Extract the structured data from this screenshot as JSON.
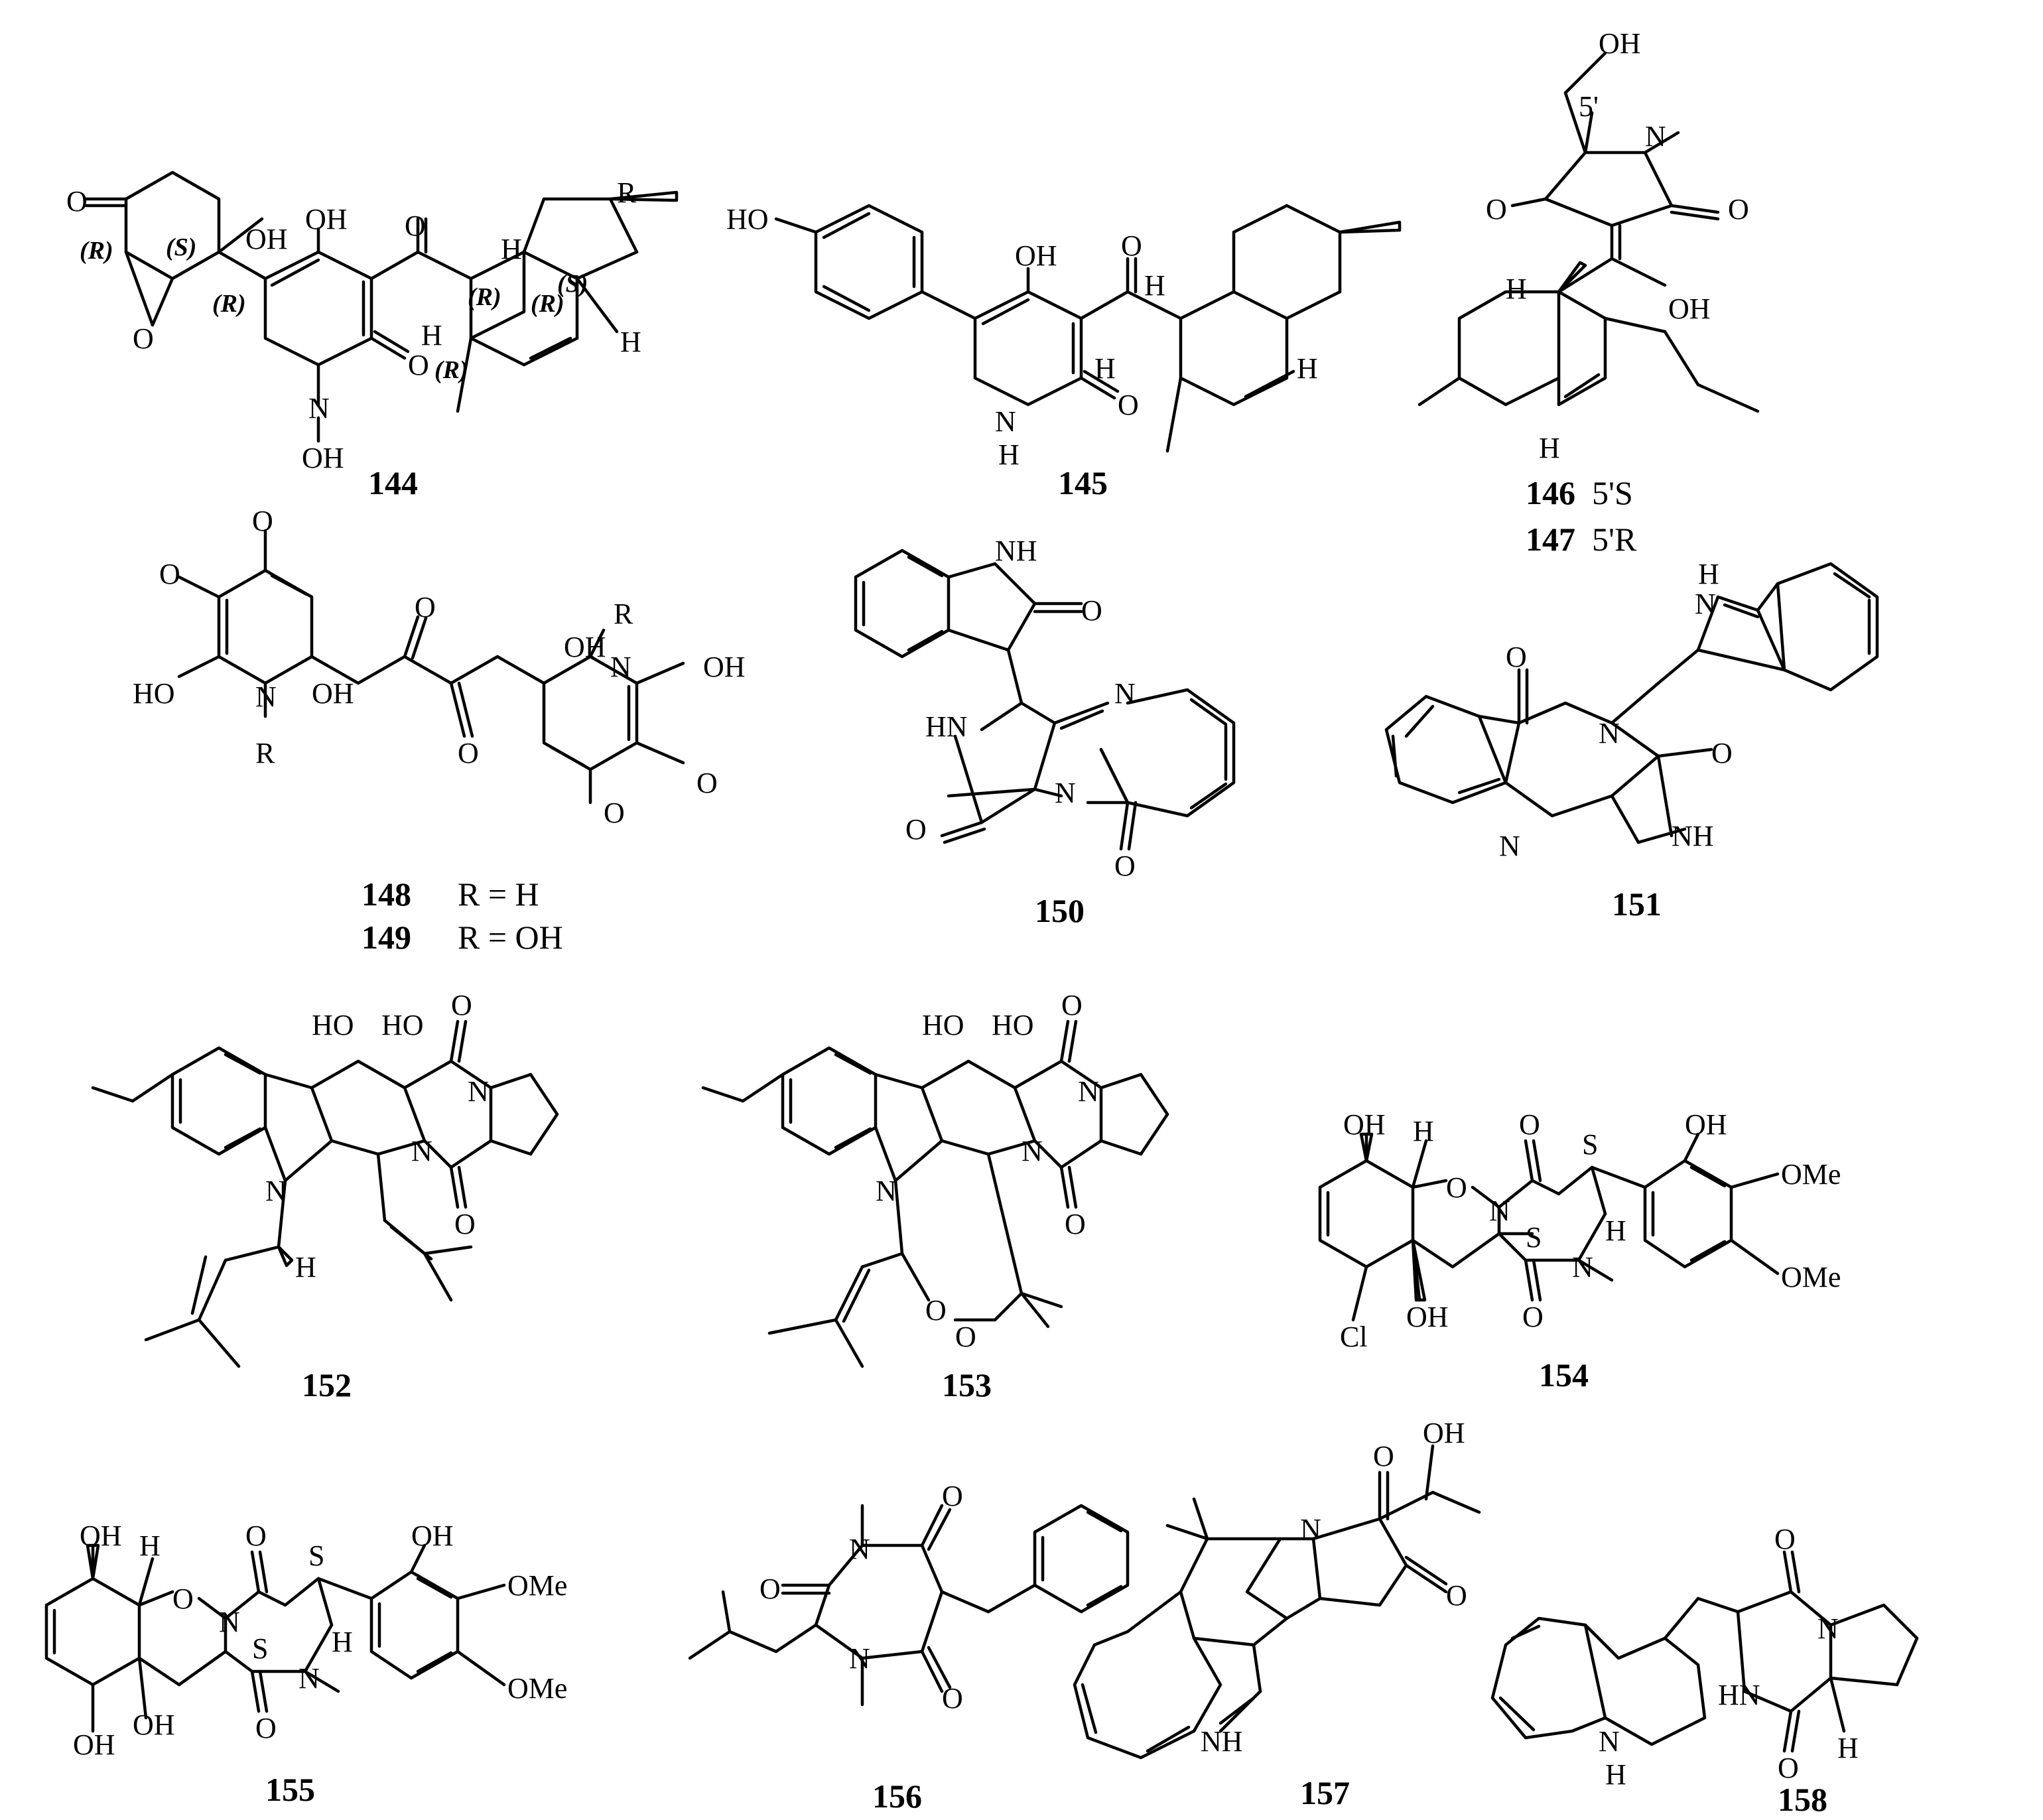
{
  "compounds": [
    {
      "id": "144",
      "caption": ""
    },
    {
      "id": "145",
      "caption": ""
    },
    {
      "id": "146",
      "caption": "5'S"
    },
    {
      "id": "147",
      "caption": "5'R"
    },
    {
      "id": "148",
      "caption": "R = H"
    },
    {
      "id": "149",
      "caption": "R = OH"
    },
    {
      "id": "150",
      "caption": ""
    },
    {
      "id": "151",
      "caption": ""
    },
    {
      "id": "152",
      "caption": ""
    },
    {
      "id": "153",
      "caption": ""
    },
    {
      "id": "154",
      "caption": ""
    },
    {
      "id": "155",
      "caption": ""
    },
    {
      "id": "156",
      "caption": ""
    },
    {
      "id": "157",
      "caption": ""
    },
    {
      "id": "158",
      "caption": ""
    }
  ],
  "atoms": {
    "O": "O",
    "OH": "OH",
    "HO": "HO",
    "N": "N",
    "NH": "NH",
    "HN": "HN",
    "H": "H",
    "S": "S",
    "Cl": "Cl",
    "OMe": "OMe",
    "R": "R",
    "R_paren": "(R)",
    "S_paren": "(S)",
    "five_prime": "5'"
  },
  "colors": {
    "ink": "#000000",
    "background": "#ffffff"
  }
}
